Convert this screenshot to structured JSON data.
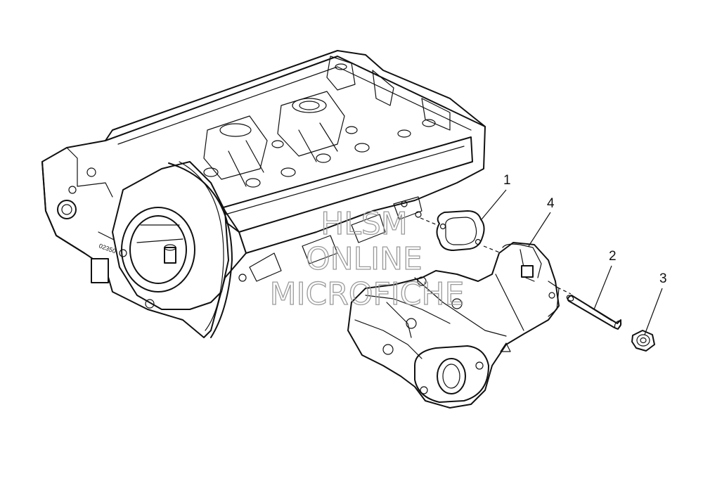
{
  "diagram": {
    "callouts": [
      {
        "id": "1",
        "part": "gasket"
      },
      {
        "id": "2",
        "part": "stud"
      },
      {
        "id": "3",
        "part": "nut"
      },
      {
        "id": "4",
        "part": "exhaust-manifold"
      }
    ],
    "watermark": {
      "line1": "HLSM",
      "line2": "ONLINE",
      "line3": "MICROFICHE"
    },
    "casting_mark": "02350"
  }
}
